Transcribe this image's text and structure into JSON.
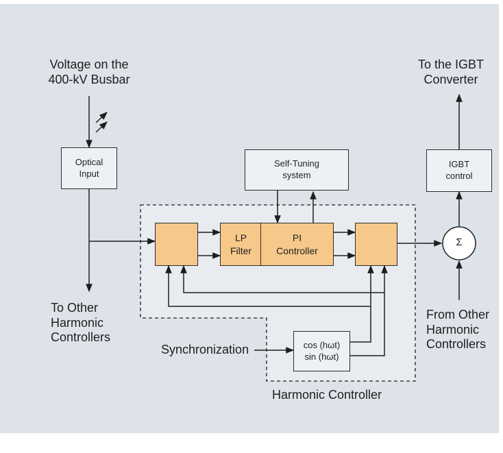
{
  "colors": {
    "background": "#dde3e9",
    "block_fill": "#eef1f4",
    "highlight_fill": "#f6c98a",
    "line": "#1e1e1e"
  },
  "labels": {
    "voltage_input": "Voltage on the\n400-kV Busbar",
    "to_igbt": "To the IGBT\nConverter",
    "to_other": "To Other\nHarmonic\nControllers",
    "from_other": "From Other\nHarmonic\nControllers",
    "synchronization": "Synchronization",
    "harmonic_controller": "Harmonic Controller"
  },
  "blocks": {
    "optical_input": "Optical\nInput",
    "self_tuning": "Self-Tuning\nsystem",
    "igbt_control": "IGBT\ncontrol",
    "lp_filter": "LP\nFilter",
    "pi_controller": "PI\nController",
    "oscillator": "cos (hωt)\nsin (hωt)",
    "multiplier_symbol": "×",
    "summation_symbol": "Σ"
  }
}
